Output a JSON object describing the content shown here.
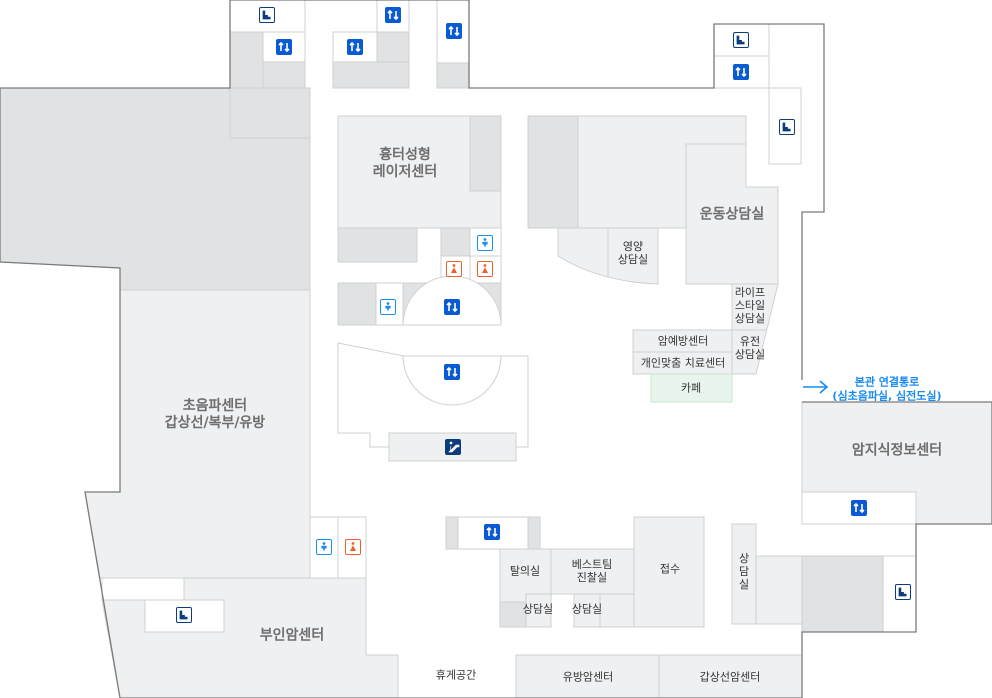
{
  "rooms": {
    "scar_laser": [
      "흉터성형",
      "레이저센터"
    ],
    "exercise": "운동상담실",
    "nutrition": [
      "영양",
      "상담실"
    ],
    "lifestyle": [
      "라이프",
      "스타일",
      "상담실"
    ],
    "cancer_prevention": "암예방센터",
    "personalized": "개인맞춤 치료센터",
    "genetic": [
      "유전",
      "상담실"
    ],
    "cafe": "카페",
    "ultrasound": [
      "초음파센터",
      "갑상선/복부/유방"
    ],
    "cancer_info": "암지식정보센터",
    "gynecologic": "부인암센터",
    "changing": "탈의실",
    "best_team": [
      "베스트팀",
      "진찰실"
    ],
    "reception": "접수",
    "consult_a": "상담실",
    "consult_b": "상담실",
    "consult_vertical": [
      "상",
      "담",
      "실"
    ],
    "lounge": "휴게공간",
    "breast": "유방암센터",
    "thyroid": "갑상선암센터"
  },
  "link": {
    "title": "본관 연결통로",
    "subtitle": "(심초음파실, 심전도실)",
    "icon": "arrow-right-icon"
  },
  "colors": {
    "elevator": "#0a5ad4",
    "stairs": "#0c3c7c",
    "male": "#1a90f0",
    "female": "#f0602a",
    "link": "#1a8cf0",
    "cafe": "#e8f5ec"
  }
}
